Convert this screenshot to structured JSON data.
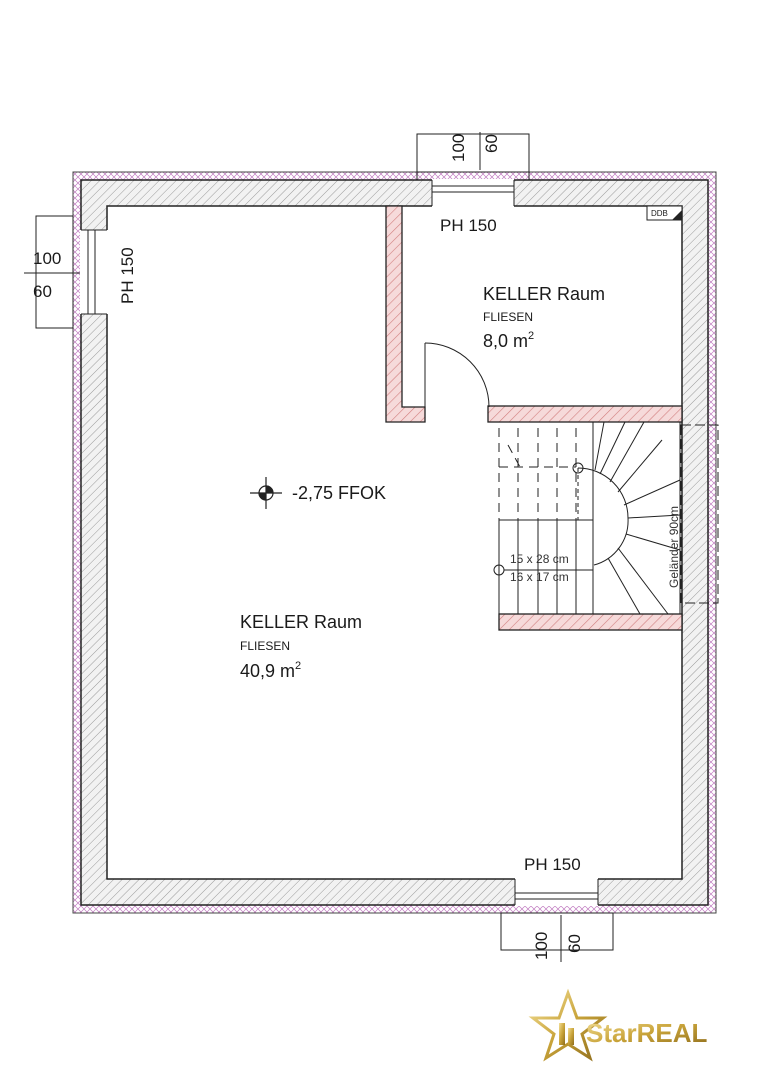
{
  "rooms": [
    {
      "name": "KELLER Raum",
      "floor": "FLIESEN",
      "area_value": "8,0 m",
      "area_exp": "2"
    },
    {
      "name": "KELLER Raum",
      "floor": "FLIESEN",
      "area_value": "40,9 m",
      "area_exp": "2"
    }
  ],
  "level_marker": "-2,75 FFOK",
  "windows": {
    "top": {
      "ph": "PH 150",
      "width": "100",
      "height": "60"
    },
    "left": {
      "ph": "PH 150",
      "width": "100",
      "height": "60"
    },
    "bottom": {
      "ph": "PH 150",
      "width": "100",
      "height": "60"
    }
  },
  "stairs": {
    "step_size_1": "15 x 28 cm",
    "step_size_2": "16 x 17 cm",
    "railing": "Geländer 90cm"
  },
  "ddb_label": "DDB",
  "logo": {
    "name": "StarREAL",
    "colors": {
      "gold": "#c9a43a",
      "gold_light": "#e8cf7a"
    }
  },
  "colors": {
    "wall_outline": "#222222",
    "insulation": "#b06ab0",
    "brick": "#d98a8a",
    "brick_fill": "#f4d6d6"
  }
}
